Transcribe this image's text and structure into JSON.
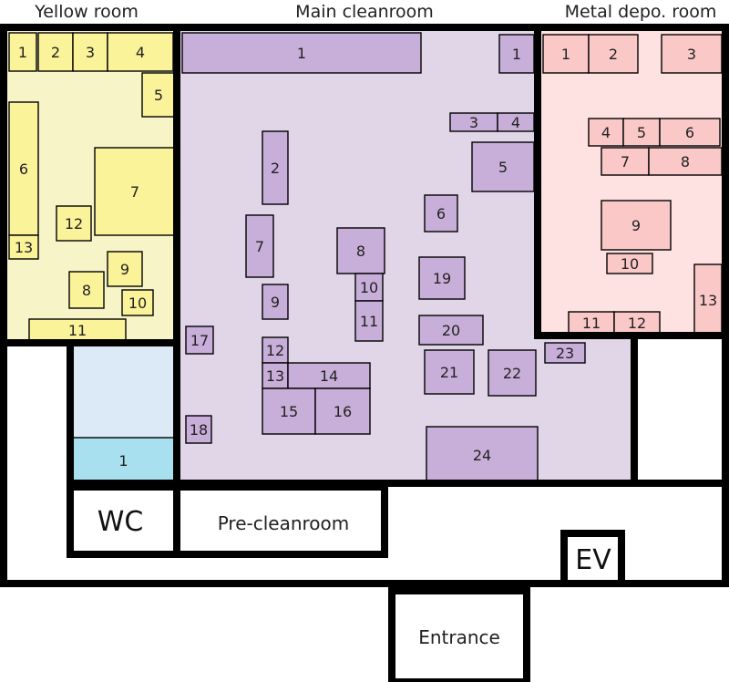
{
  "titles": {
    "yellow_room": "Yellow room",
    "main_cleanroom": "Main cleanroom",
    "metal_depo_room": "Metal depo. room"
  },
  "rooms": {
    "wc": "WC",
    "pre_cleanroom": "Pre-cleanroom",
    "ev": "EV",
    "entrance": "Entrance"
  },
  "colors": {
    "yellow_fill": "#f7f4c8",
    "yellow_item": "#fbf39a",
    "main_fill": "#e0d6e8",
    "main_item": "#c8afd9",
    "pink_fill": "#fde2e1",
    "pink_item": "#fbc8c8",
    "blue_fill": "#dceaf7",
    "blue_item": "#a8e0f0",
    "wall": "#000000"
  },
  "yellow_items": [
    "1",
    "2",
    "3",
    "4",
    "5",
    "6",
    "7",
    "12",
    "13",
    "9",
    "8",
    "10",
    "11"
  ],
  "main_items": [
    "1",
    "1",
    "3",
    "4",
    "5",
    "2",
    "7",
    "8",
    "6",
    "19",
    "9",
    "10",
    "11",
    "20",
    "17",
    "12",
    "13",
    "14",
    "21",
    "22",
    "15",
    "16",
    "18",
    "24"
  ],
  "metal_items": [
    "1",
    "2",
    "3",
    "4",
    "5",
    "6",
    "7",
    "8",
    "9",
    "10",
    "13",
    "11",
    "12"
  ],
  "annex_items": [
    "23"
  ],
  "blue_items": [
    "1"
  ]
}
